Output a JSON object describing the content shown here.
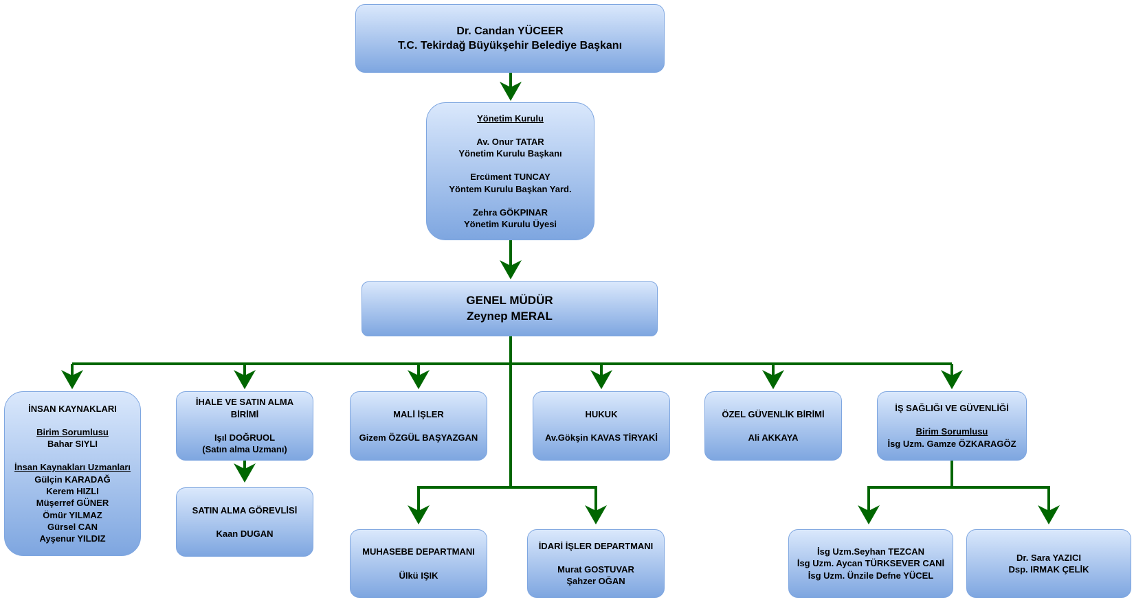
{
  "colors": {
    "connector": "#006600",
    "node_fill_top": "#dae8fc",
    "node_fill_bottom": "#7ea6e0",
    "node_border": "#7ea6e0"
  },
  "mayor": {
    "name": "Dr. Candan YÜCEER",
    "title": "T.C. Tekirdağ Büyükşehir Belediye Başkanı"
  },
  "board": {
    "heading": "Yönetim Kurulu",
    "member1_name": "Av. Onur TATAR",
    "member1_role": "Yönetim Kurulu Başkanı",
    "member2_name": "Ercüment TUNCAY",
    "member2_role": "Yöntem Kurulu Başkan Yard.",
    "member3_name": "Zehra GÖKPINAR",
    "member3_role": "Yönetim Kurulu Üyesi"
  },
  "general_manager": {
    "title": "GENEL MÜDÜR",
    "name": "Zeynep MERAL"
  },
  "hr": {
    "title": "İNSAN KAYNAKLARI",
    "lead_label": "Birim Sorumlusu",
    "lead_name": "Bahar SIYLI",
    "experts_label": "İnsan Kaynakları Uzmanları",
    "experts": [
      "Gülçin KARADAĞ",
      "Kerem HIZLI",
      "Müşerref GÜNER",
      "Ömür YILMAZ",
      "Gürsel CAN",
      "Ayşenur YILDIZ"
    ]
  },
  "procurement": {
    "title_line1": "İHALE VE SATIN ALMA",
    "title_line2": "BİRİMİ",
    "name": "Işıl DOĞRUOL",
    "role": "(Satın alma Uzmanı)"
  },
  "purchasing_officer": {
    "title": "SATIN ALMA GÖREVLİSİ",
    "name": "Kaan DUGAN"
  },
  "finance": {
    "title": "MALİ İŞLER",
    "name": "Gizem ÖZGÜL BAŞYAZGAN"
  },
  "legal": {
    "title": "HUKUK",
    "name": "Av.Gökşin KAVAS TİRYAKİ"
  },
  "security": {
    "title": "ÖZEL GÜVENLİK BİRİMİ",
    "name": "Ali AKKAYA"
  },
  "ohs": {
    "title": "İŞ SAĞLIĞI VE GÜVENLİĞİ",
    "lead_label": "Birim Sorumlusu",
    "lead_name": "İsg Uzm. Gamze ÖZKARAGÖZ"
  },
  "accounting": {
    "title": "MUHASEBE DEPARTMANI",
    "name": "Ülkü IŞIK"
  },
  "admin_affairs": {
    "title": "İDARİ İŞLER DEPARTMANI",
    "name1": "Murat GOSTUVAR",
    "name2": "Şahzer OĞAN"
  },
  "ohs_experts": {
    "name1": "İsg Uzm.Seyhan TEZCAN",
    "name2": "İsg Uzm. Aycan TÜRKSEVER CANİ",
    "name3": "İsg Uzm. Ünzile Defne YÜCEL"
  },
  "ohs_doctors": {
    "name1": "Dr. Sara YAZICI",
    "name2": "Dsp. IRMAK ÇELİK"
  }
}
